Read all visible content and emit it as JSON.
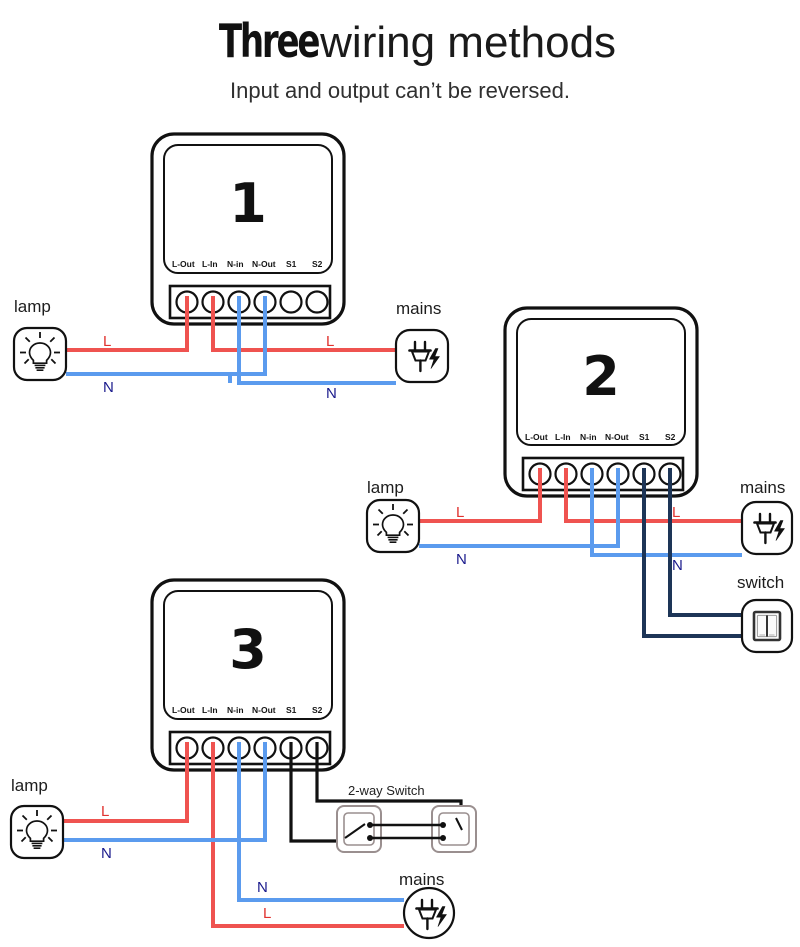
{
  "header": {
    "title_strong": "Three",
    "title_rest": " wiring methods",
    "subtitle": "Input and output can’t be reversed."
  },
  "colors": {
    "live": "#ef5350",
    "neutral": "#5b9bee",
    "switch_navy": "#1d3557",
    "switch_black": "#111111",
    "outline": "#111111",
    "label_l": "#e0332f",
    "label_n": "#1a1a8c"
  },
  "terminal_labels": [
    "L-Out",
    "L-In",
    "N-in",
    "N-Out",
    "S1",
    "S2"
  ],
  "diagrams": [
    {
      "number": "1",
      "lamp_caption": "lamp",
      "mains_caption": "mains",
      "wire_labels": {
        "lamp_l": "L",
        "lamp_n": "N",
        "mains_l": "L",
        "mains_n": "N"
      }
    },
    {
      "number": "2",
      "lamp_caption": "lamp",
      "mains_caption": "mains",
      "switch_caption": "switch",
      "wire_labels": {
        "lamp_l": "L",
        "lamp_n": "N",
        "mains_l": "L",
        "mains_n": "N"
      }
    },
    {
      "number": "3",
      "lamp_caption": "lamp",
      "mains_caption": "mains",
      "switch_caption": "2-way Switch",
      "wire_labels": {
        "lamp_l": "L",
        "lamp_n": "N",
        "mains_l": "L",
        "mains_n": "N"
      }
    }
  ],
  "icons": {
    "lamp": "light-bulb-icon",
    "mains": "power-plug-icon",
    "switch": "wall-switch-icon",
    "two_way_switch": "two-way-switch-icon"
  }
}
